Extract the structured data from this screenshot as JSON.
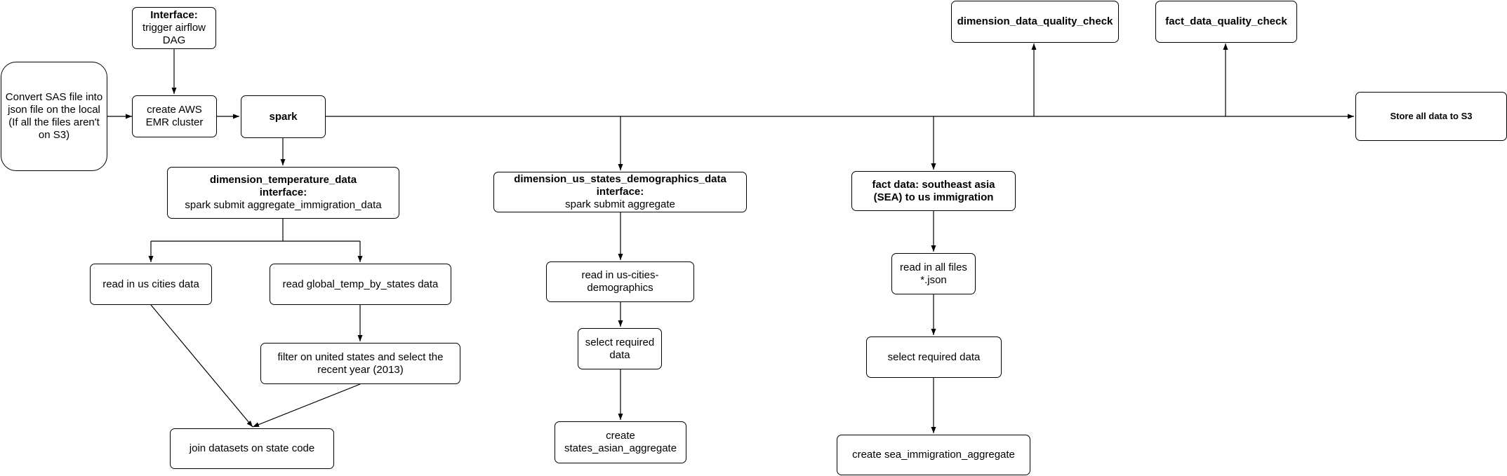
{
  "nodes": {
    "convert_sas": {
      "lines": [
        "Convert SAS file into",
        "json file on the local",
        "(If all the files aren't",
        "on S3)"
      ]
    },
    "trigger_dag": {
      "title": "Interface:",
      "lines": [
        "trigger airflow",
        "DAG"
      ]
    },
    "create_emr": {
      "lines": [
        "create AWS",
        "EMR cluster"
      ]
    },
    "spark": {
      "title": "spark"
    },
    "dim_dq_check": {
      "title": "dimension_data_quality_check"
    },
    "fact_dq_check": {
      "title": "fact_data_quality_check"
    },
    "store_s3": {
      "title": "Store all data to S3"
    },
    "dim_temp": {
      "title": "dimension_temperature_data",
      "subtitle": "interface:",
      "lines": [
        "spark submit aggregate_immigration_data"
      ]
    },
    "dim_us_states": {
      "title": "dimension_us_states_demographics_data",
      "subtitle": "interface:",
      "lines": [
        "spark submit aggregate"
      ]
    },
    "fact_sea": {
      "title": "fact data: southeast asia",
      "subtitle": "(SEA) to us  immigration"
    },
    "read_us_cities": {
      "lines": [
        "read in us cities data"
      ]
    },
    "read_global_temp": {
      "lines": [
        "read global_temp_by_states data"
      ]
    },
    "filter_us": {
      "lines": [
        "filter on united states and select the",
        "recent year (2013)"
      ]
    },
    "join_state": {
      "lines": [
        "join datasets on state code"
      ]
    },
    "read_demographics": {
      "lines": [
        "read in us-cities-",
        "demographics"
      ]
    },
    "select_req_1": {
      "lines": [
        "select required",
        "data"
      ]
    },
    "create_states_asian": {
      "lines": [
        "create",
        "states_asian_aggregate"
      ]
    },
    "read_json": {
      "lines": [
        "read in all files",
        "*.json"
      ]
    },
    "select_req_2": {
      "lines": [
        "select required data"
      ]
    },
    "create_sea": {
      "lines": [
        "create sea_immigration_aggregate"
      ]
    }
  }
}
